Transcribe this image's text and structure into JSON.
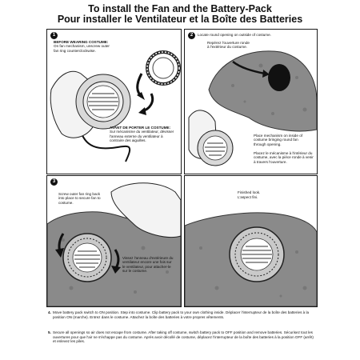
{
  "title": {
    "english": "To install the Fan and the Battery-Pack",
    "french": "Pour installer le Ventilateur et la Boîte des Batteries"
  },
  "panels": [
    {
      "number": "1",
      "heading_en": "BEFORE WEARING COSTUME:",
      "body_en": "On fan mechanism, unscrew outer fan ring counterclockwise.",
      "heading_fr": "AVANT DE PORTER LE COSTUME:",
      "body_fr": "Sur mécanisme du ventilateur, dévisser l'anneau externe du ventilateur à contraire des aiguilles."
    },
    {
      "number": "2",
      "text_en_1": "Locate round opening on outside of costume.",
      "text_fr_1": "Repérez l'ouverture ronde à l'extérieur du costume.",
      "text_en_2": "Place mechanism on inside of costume bringing round fan through opening.",
      "text_fr_2": "Placez le mécanisme à l'intérieur du costume, avec la pièce ronde à venir à travers l'ouverture."
    },
    {
      "number": "3",
      "text_en": "Screw outer fan ring back into place to secure fan to costume.",
      "text_fr": "Vissez l'anneau d'extérieure du ventilateur encore une fois sur le ventilateur, pour attacher-le sur le costume."
    },
    {
      "text_en": "Finished look.",
      "text_fr": "L'aspect fini."
    }
  ],
  "steps": [
    {
      "number": "4.",
      "text": "Move battery pack switch to ON position. Step into costume. Clip battery pack to your own clothing inside. Déplacer l'interrupteur de la boîte des batteries à la position ON (marche). Entrez dans le costume. Attachez la boîte des batteries à votre propres vêtements."
    },
    {
      "number": "5.",
      "text": "Secure all openings so air does not escape from costume. After taking off costume, switch battery pack to OFF position and remove batteries. Sécurisez tout les ouvertures pour que l'air ne s'échappe pas du costume. Après avoir décollé de costume, déplacez l'interrupteur de la boîte des batteries à la position OFF (arrêt) et enlevez les piles."
    }
  ],
  "icons": [
    "arrow-icon",
    "fan-icon",
    "hand-icon"
  ]
}
